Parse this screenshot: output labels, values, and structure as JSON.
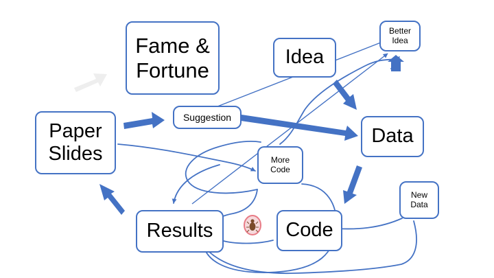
{
  "nodes": {
    "fame": "Fame & Fortune",
    "idea": "Idea",
    "better_idea": "Better Idea",
    "paper_slides": "Paper Slides",
    "suggestion": "Suggestion",
    "data": "Data",
    "more_code": "More Code",
    "new_data": "New Data",
    "results": "Results",
    "code": "Code"
  },
  "icons": {
    "bug": "bug-icon"
  },
  "colors": {
    "accent": "#4472c4",
    "ghost_arrow": "#eeeeee",
    "text": "#000000",
    "bug": "#e87b86"
  }
}
